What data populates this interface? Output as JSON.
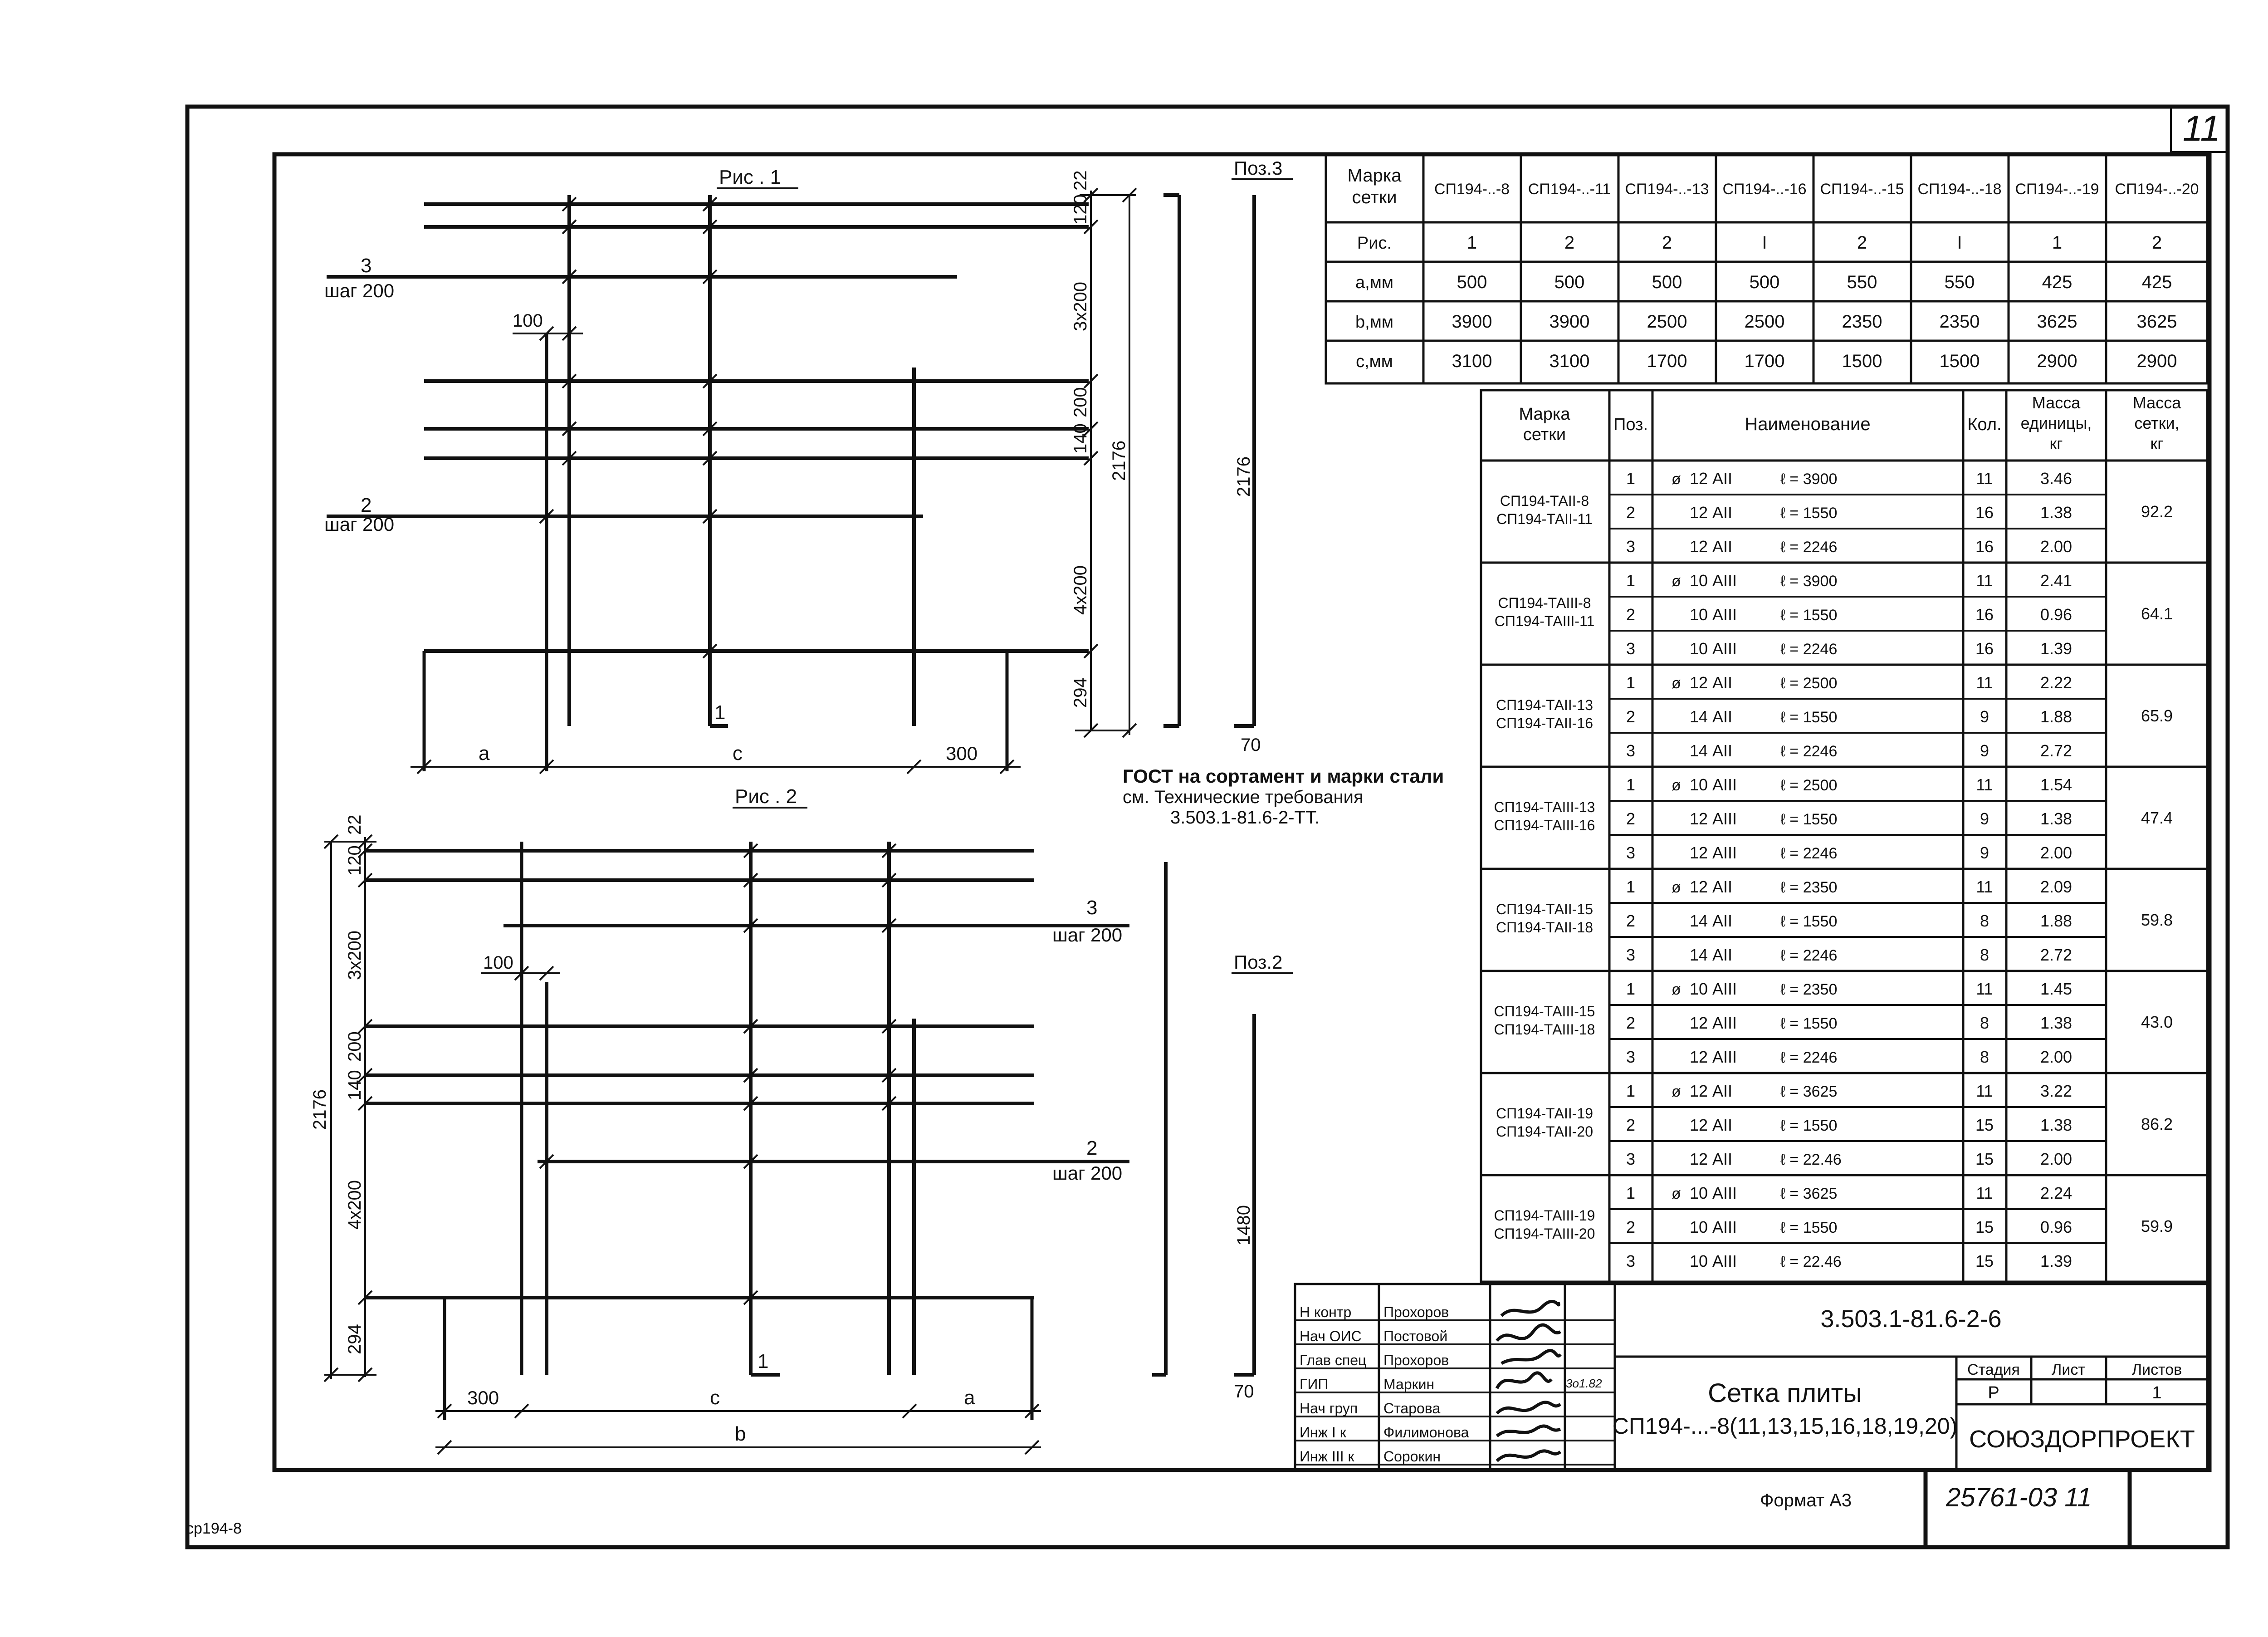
{
  "sheet_number": "11",
  "corner_code": "ср194-8",
  "fig1": {
    "title": "Рис . 1",
    "pos3": "Поз.3",
    "label3": "3",
    "step3": "шаг 200",
    "label2": "2",
    "step2": "шаг 200",
    "label1": "1",
    "dim_100": "100",
    "dim_22": "22",
    "dim_120": "120",
    "dim_3x200": "3х200",
    "dim_200": "200",
    "dim_140": "140",
    "dim_4x200": "4х200",
    "dim_294": "294",
    "dim_2176": "2176",
    "dim_a": "a",
    "dim_c": "c",
    "dim_300": "300",
    "pos3_len": "2176",
    "pos3_70": "70"
  },
  "fig2": {
    "title": "Рис . 2",
    "pos2": "Поз.2",
    "label3": "3",
    "step3": "шаг 200",
    "label2": "2",
    "step2": "шаг 200",
    "label1": "1",
    "dim_100": "100",
    "dim_22": "22",
    "dim_120": "120",
    "dim_3x200": "3х200",
    "dim_200": "200",
    "dim_140": "140",
    "dim_4x200": "4х200",
    "dim_294": "294",
    "dim_2176": "2176",
    "dim_300": "300",
    "dim_c": "c",
    "dim_a": "a",
    "dim_b": "b",
    "pos2_len": "1480",
    "pos2_70": "70"
  },
  "note": {
    "line1": "ГОСТ на сортамент и марки стали",
    "line2": "см. Технические требования",
    "line3": "3.503.1-81.6-2-ТТ."
  },
  "params_table": {
    "header_label": [
      "Марка",
      "сетки"
    ],
    "columns": [
      "СП194-..-8",
      "СП194-..-11",
      "СП194-..-13",
      "СП194-..-16",
      "СП194-..-15",
      "СП194-..-18",
      "СП194-..-19",
      "СП194-..-20"
    ],
    "rows": [
      {
        "label": "Рис.",
        "values": [
          "1",
          "2",
          "2",
          "I",
          "2",
          "I",
          "1",
          "2"
        ]
      },
      {
        "label": "a,мм",
        "values": [
          "500",
          "500",
          "500",
          "500",
          "550",
          "550",
          "425",
          "425"
        ]
      },
      {
        "label": "b,мм",
        "values": [
          "3900",
          "3900",
          "2500",
          "2500",
          "2350",
          "2350",
          "3625",
          "3625"
        ]
      },
      {
        "label": "c,мм",
        "values": [
          "3100",
          "3100",
          "1700",
          "1700",
          "1500",
          "1500",
          "2900",
          "2900"
        ]
      }
    ]
  },
  "spec_table": {
    "headers": {
      "mark": [
        "Марка",
        "сетки"
      ],
      "pos": "Поз.",
      "name": "Наименование",
      "qty": "Кол.",
      "unit_mass": [
        "Масса",
        "единицы,",
        "кг"
      ],
      "mesh_mass": [
        "Масса",
        "сетки,",
        "кг"
      ]
    },
    "groups": [
      {
        "marks": [
          "СП194-ТАII-8",
          "СП194-ТАII-11"
        ],
        "mass": "92.2",
        "rows": [
          {
            "pos": "1",
            "dia": "ø",
            "bar": "12 АII",
            "len": "ℓ = 3900",
            "qty": "11",
            "unit": "3.46"
          },
          {
            "pos": "2",
            "dia": "",
            "bar": "12 АII",
            "len": "ℓ = 1550",
            "qty": "16",
            "unit": "1.38"
          },
          {
            "pos": "3",
            "dia": "",
            "bar": "12 АII",
            "len": "ℓ = 2246",
            "qty": "16",
            "unit": "2.00"
          }
        ]
      },
      {
        "marks": [
          "СП194-ТАIII-8",
          "СП194-ТАIII-11"
        ],
        "mass": "64.1",
        "rows": [
          {
            "pos": "1",
            "dia": "ø",
            "bar": "10 АIII",
            "len": "ℓ = 3900",
            "qty": "11",
            "unit": "2.41"
          },
          {
            "pos": "2",
            "dia": "",
            "bar": "10 АIII",
            "len": "ℓ = 1550",
            "qty": "16",
            "unit": "0.96"
          },
          {
            "pos": "3",
            "dia": "",
            "bar": "10 АIII",
            "len": "ℓ = 2246",
            "qty": "16",
            "unit": "1.39"
          }
        ]
      },
      {
        "marks": [
          "СП194-ТАII-13",
          "СП194-ТАII-16"
        ],
        "mass": "65.9",
        "rows": [
          {
            "pos": "1",
            "dia": "ø",
            "bar": "12 АII",
            "len": "ℓ = 2500",
            "qty": "11",
            "unit": "2.22"
          },
          {
            "pos": "2",
            "dia": "",
            "bar": "14 АII",
            "len": "ℓ = 1550",
            "qty": "9",
            "unit": "1.88"
          },
          {
            "pos": "3",
            "dia": "",
            "bar": "14 АII",
            "len": "ℓ = 2246",
            "qty": "9",
            "unit": "2.72"
          }
        ]
      },
      {
        "marks": [
          "СП194-ТАIII-13",
          "СП194-ТАIII-16"
        ],
        "mass": "47.4",
        "rows": [
          {
            "pos": "1",
            "dia": "ø",
            "bar": "10 АIII",
            "len": "ℓ = 2500",
            "qty": "11",
            "unit": "1.54"
          },
          {
            "pos": "2",
            "dia": "",
            "bar": "12 АIII",
            "len": "ℓ = 1550",
            "qty": "9",
            "unit": "1.38"
          },
          {
            "pos": "3",
            "dia": "",
            "bar": "12 АIII",
            "len": "ℓ = 2246",
            "qty": "9",
            "unit": "2.00"
          }
        ]
      },
      {
        "marks": [
          "СП194-ТАII-15",
          "СП194-ТАII-18"
        ],
        "mass": "59.8",
        "rows": [
          {
            "pos": "1",
            "dia": "ø",
            "bar": "12 АII",
            "len": "ℓ = 2350",
            "qty": "11",
            "unit": "2.09"
          },
          {
            "pos": "2",
            "dia": "",
            "bar": "14 АII",
            "len": "ℓ = 1550",
            "qty": "8",
            "unit": "1.88"
          },
          {
            "pos": "3",
            "dia": "",
            "bar": "14 АII",
            "len": "ℓ = 2246",
            "qty": "8",
            "unit": "2.72"
          }
        ]
      },
      {
        "marks": [
          "СП194-ТАIII-15",
          "СП194-ТАIII-18"
        ],
        "mass": "43.0",
        "rows": [
          {
            "pos": "1",
            "dia": "ø",
            "bar": "10 АIII",
            "len": "ℓ = 2350",
            "qty": "11",
            "unit": "1.45"
          },
          {
            "pos": "2",
            "dia": "",
            "bar": "12 АIII",
            "len": "ℓ = 1550",
            "qty": "8",
            "unit": "1.38"
          },
          {
            "pos": "3",
            "dia": "",
            "bar": "12 АIII",
            "len": "ℓ = 2246",
            "qty": "8",
            "unit": "2.00"
          }
        ]
      },
      {
        "marks": [
          "СП194-ТАII-19",
          "СП194-ТАII-20"
        ],
        "mass": "86.2",
        "rows": [
          {
            "pos": "1",
            "dia": "ø",
            "bar": "12 АII",
            "len": "ℓ = 3625",
            "qty": "11",
            "unit": "3.22"
          },
          {
            "pos": "2",
            "dia": "",
            "bar": "12 АII",
            "len": "ℓ = 1550",
            "qty": "15",
            "unit": "1.38"
          },
          {
            "pos": "3",
            "dia": "",
            "bar": "12 АII",
            "len": "ℓ = 22.46",
            "qty": "15",
            "unit": "2.00"
          }
        ]
      },
      {
        "marks": [
          "СП194-ТАIII-19",
          "СП194-ТАIII-20"
        ],
        "mass": "59.9",
        "rows": [
          {
            "pos": "1",
            "dia": "ø",
            "bar": "10 АIII",
            "len": "ℓ = 3625",
            "qty": "11",
            "unit": "2.24"
          },
          {
            "pos": "2",
            "dia": "",
            "bar": "10 АIII",
            "len": "ℓ = 1550",
            "qty": "15",
            "unit": "0.96"
          },
          {
            "pos": "3",
            "dia": "",
            "bar": "10 АIII",
            "len": "ℓ = 22.46",
            "qty": "15",
            "unit": "1.39"
          }
        ]
      }
    ]
  },
  "title_block": {
    "doc_code": "3.503.1-81.6-2-6",
    "title_line1": "Сетка плиты",
    "title_line2": "СП194-...-8(11,13,15,16,18,19,20)",
    "stage_header": "Стадия",
    "sheet_header": "Лист",
    "sheets_header": "Листов",
    "stage": "Р",
    "sheet": "",
    "sheets": "1",
    "org": "СОЮЗДОРПРОЕКТ",
    "signature_date": "3о1.82",
    "staff": [
      {
        "role": "Н контр",
        "name": "Прохоров"
      },
      {
        "role": "Нач ОИС",
        "name": "Постовой"
      },
      {
        "role": "Глав спец",
        "name": "Прохоров"
      },
      {
        "role": "ГИП",
        "name": "Маркин"
      },
      {
        "role": "Нач груп",
        "name": "Старова"
      },
      {
        "role": "Инж I к",
        "name": "Филимонова"
      },
      {
        "role": "Инж III к",
        "name": "Сорокин"
      }
    ]
  },
  "footer": {
    "format": "Формат А3",
    "archive": "25761-03 11"
  }
}
